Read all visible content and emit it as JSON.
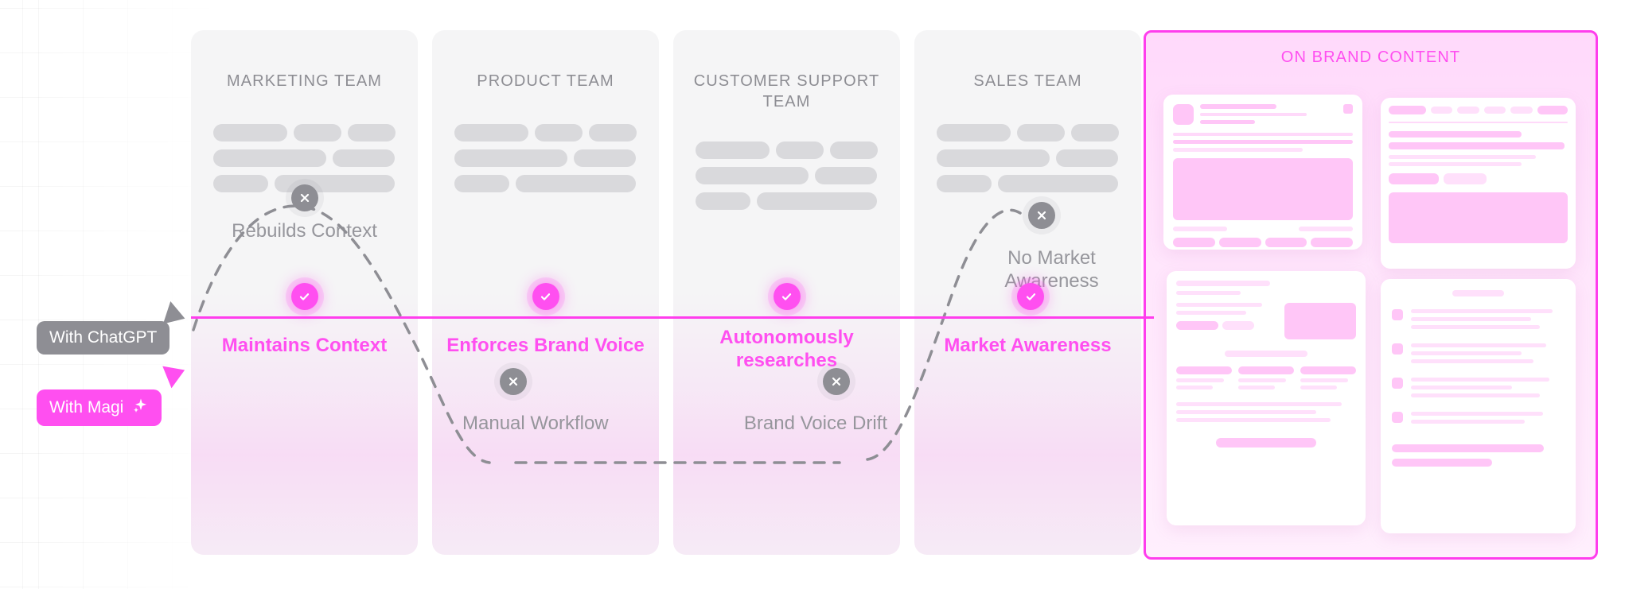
{
  "diagram": {
    "title_right_panel": "ON BRAND CONTENT",
    "accent_pink": "#ff4ff0",
    "accent_grey": "#8e8e94",
    "legend": {
      "chatgpt_label": "With ChatGPT",
      "magi_label": "With Magi",
      "magi_icon": "sparkle-icon"
    },
    "columns": [
      {
        "header": "MARKETING TEAM",
        "negative": {
          "icon": "x-icon",
          "label": "Rebuilds Context"
        },
        "positive": {
          "icon": "check-icon",
          "label": "Maintains Context"
        },
        "skeleton": [
          [
            42,
            33,
            25
          ],
          [
            58,
            30
          ],
          [
            30,
            58
          ]
        ]
      },
      {
        "header": "PRODUCT TEAM",
        "negative": {
          "icon": "x-icon",
          "label": "Manual Workflow"
        },
        "positive": {
          "icon": "check-icon",
          "label": "Enforces Brand Voice"
        },
        "skeleton": [
          [
            42,
            33,
            25
          ],
          [
            58,
            30
          ],
          [
            30,
            58
          ]
        ]
      },
      {
        "header": "CUSTOMER SUPPORT TEAM",
        "negative": {
          "icon": "x-icon",
          "label": "Brand Voice Drift"
        },
        "positive": {
          "icon": "check-icon",
          "label": "Autonomously researches"
        },
        "skeleton": [
          [
            42,
            33,
            25
          ],
          [
            58,
            30
          ],
          [
            30,
            58
          ]
        ]
      },
      {
        "header": "SALES TEAM",
        "negative": {
          "icon": "x-icon",
          "label": "No Market Awareness"
        },
        "positive": {
          "icon": "check-icon",
          "label": "Market Awareness"
        },
        "skeleton": [
          [
            42,
            33,
            25
          ],
          [
            58,
            30
          ],
          [
            30,
            58
          ]
        ]
      }
    ]
  }
}
